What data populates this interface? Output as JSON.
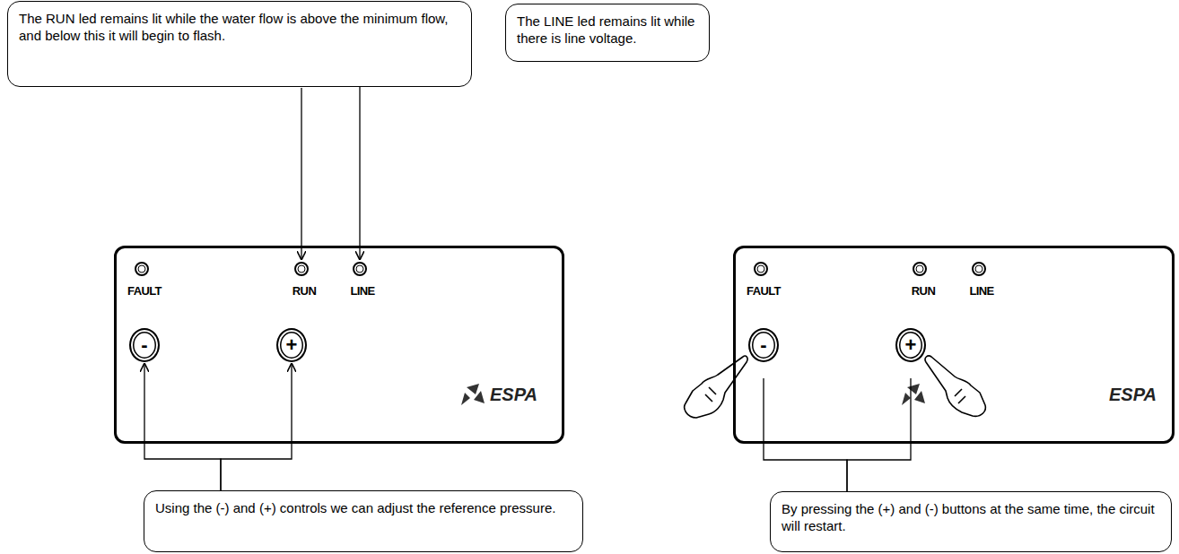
{
  "diagram": {
    "nodes": [
      {
        "text": [
          "The RUN led remains lit while the water flow is above the minimum flow, and below this it will begin to flash."
        ]
      },
      {
        "text": [
          "The LINE led remains lit while there is line voltage."
        ]
      },
      {
        "text": [
          "FAULT",
          "RUN",
          "LINE",
          "ESPA"
        ]
      },
      {
        "text": [
          "-"
        ],
        "in": 2
      },
      {
        "text": [
          "+"
        ],
        "in": 2
      },
      {
        "text": [
          "Using the (-) and (+) controls we can adjust the reference pressure."
        ]
      },
      {
        "text": [
          "FAULT",
          "RUN",
          "LINE",
          "ESPA"
        ]
      },
      {
        "text": [
          "-"
        ],
        "in": 6
      },
      {
        "text": [
          "+"
        ],
        "in": 6
      },
      {
        "text": [
          "By pressing the (+) and (-) buttons at the same time, the circuit will restart."
        ]
      }
    ],
    "edges": [
      {
        "from": 5,
        "to": 3,
        "arrow": "to"
      },
      {
        "from": 5,
        "to": 4,
        "arrow": "to"
      },
      {
        "from": 9,
        "to": 7,
        "arrow": "none"
      },
      {
        "from": 9,
        "to": 8,
        "arrow": "none"
      }
    ]
  }
}
